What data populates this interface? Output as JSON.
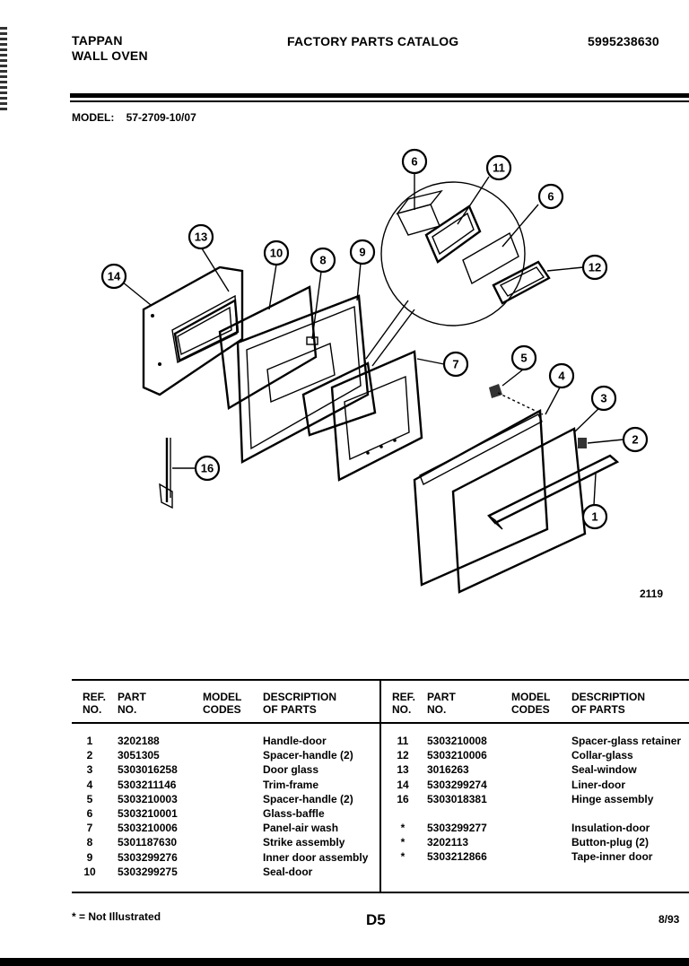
{
  "header": {
    "brand": "TAPPAN",
    "product": "WALL OVEN",
    "catalog_title": "FACTORY PARTS CATALOG",
    "catalog_number": "5995238630"
  },
  "model": {
    "label": "MODEL:",
    "value": "57-2709-10/07"
  },
  "diagram": {
    "number": "2119",
    "callouts": [
      "1",
      "2",
      "3",
      "4",
      "5",
      "6",
      "6",
      "7",
      "8",
      "9",
      "10",
      "11",
      "12",
      "13",
      "14",
      "16"
    ]
  },
  "table": {
    "headers": {
      "ref_no": [
        "REF.",
        "NO."
      ],
      "part_no": [
        "PART",
        "NO."
      ],
      "model_codes": [
        "MODEL",
        "CODES"
      ],
      "description": [
        "DESCRIPTION",
        "OF PARTS"
      ]
    },
    "left_rows": [
      {
        "ref": "1",
        "part": "3202188",
        "desc": "Handle-door"
      },
      {
        "ref": "2",
        "part": "3051305",
        "desc": "Spacer-handle (2)"
      },
      {
        "ref": "3",
        "part": "5303016258",
        "desc": "Door glass"
      },
      {
        "ref": "4",
        "part": "5303211146",
        "desc": "Trim-frame"
      },
      {
        "ref": "5",
        "part": "5303210003",
        "desc": "Spacer-handle (2)"
      },
      {
        "ref": "6",
        "part": "5303210001",
        "desc": "Glass-baffle"
      },
      {
        "ref": "7",
        "part": "5303210006",
        "desc": "Panel-air wash"
      },
      {
        "ref": "8",
        "part": "5301187630",
        "desc": "Strike assembly"
      },
      {
        "ref": "9",
        "part": "5303299276",
        "desc": "Inner door assembly"
      },
      {
        "ref": "10",
        "part": "5303299275",
        "desc": "Seal-door"
      }
    ],
    "right_rows": [
      {
        "ref": "11",
        "part": "5303210008",
        "desc": "Spacer-glass retainer"
      },
      {
        "ref": "12",
        "part": "5303210006",
        "desc": "Collar-glass"
      },
      {
        "ref": "13",
        "part": "3016263",
        "desc": "Seal-window"
      },
      {
        "ref": "14",
        "part": "5303299274",
        "desc": "Liner-door"
      },
      {
        "ref": "16",
        "part": "5303018381",
        "desc": "Hinge assembly"
      },
      {
        "ref": "*",
        "part": "5303299277",
        "desc": "Insulation-door"
      },
      {
        "ref": "*",
        "part": "3202113",
        "desc": "Button-plug (2)"
      },
      {
        "ref": "*",
        "part": "5303212866",
        "desc": "Tape-inner door"
      }
    ]
  },
  "footer": {
    "note": "* = Not Illustrated",
    "page": "D5",
    "date": "8/93"
  }
}
